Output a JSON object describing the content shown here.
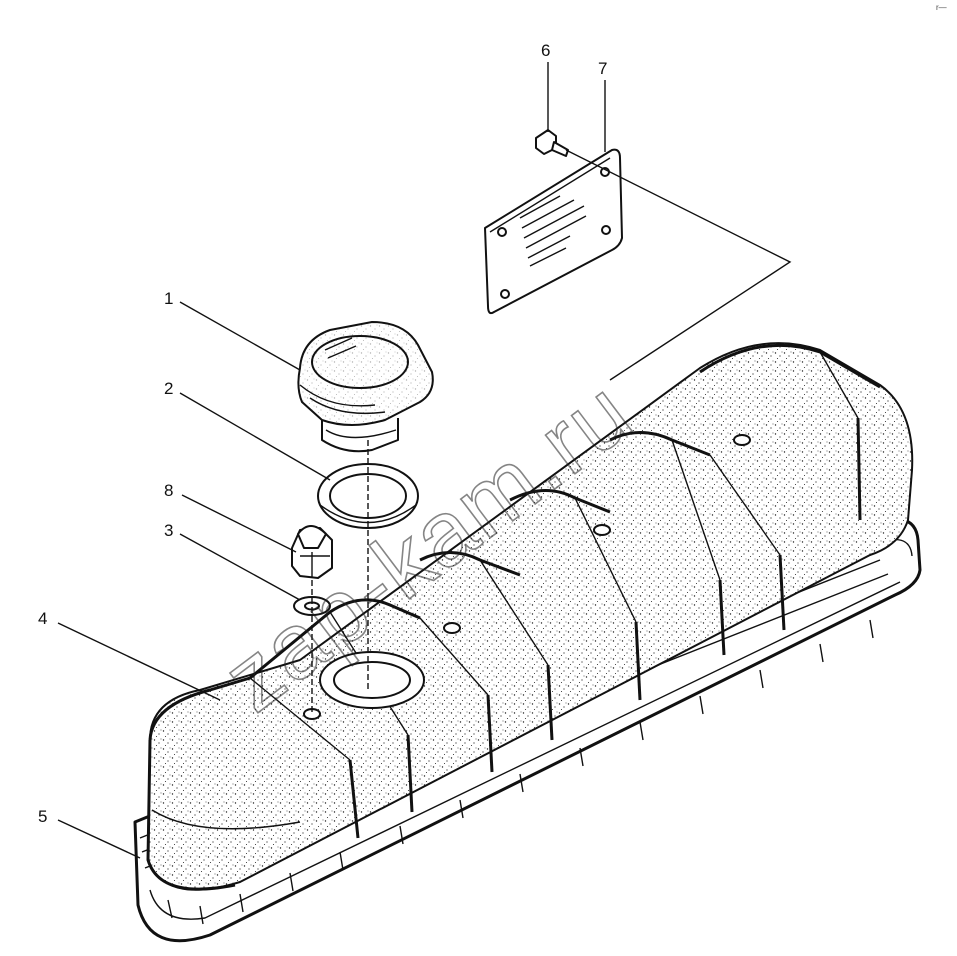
{
  "callouts": [
    {
      "id": "1",
      "label": "1"
    },
    {
      "id": "2",
      "label": "2"
    },
    {
      "id": "3",
      "label": "3"
    },
    {
      "id": "4",
      "label": "4"
    },
    {
      "id": "5",
      "label": "5"
    },
    {
      "id": "6",
      "label": "6"
    },
    {
      "id": "7",
      "label": "7"
    },
    {
      "id": "8",
      "label": "8"
    }
  ],
  "watermark": "zap-kam.ru",
  "corner_mark": "r—"
}
